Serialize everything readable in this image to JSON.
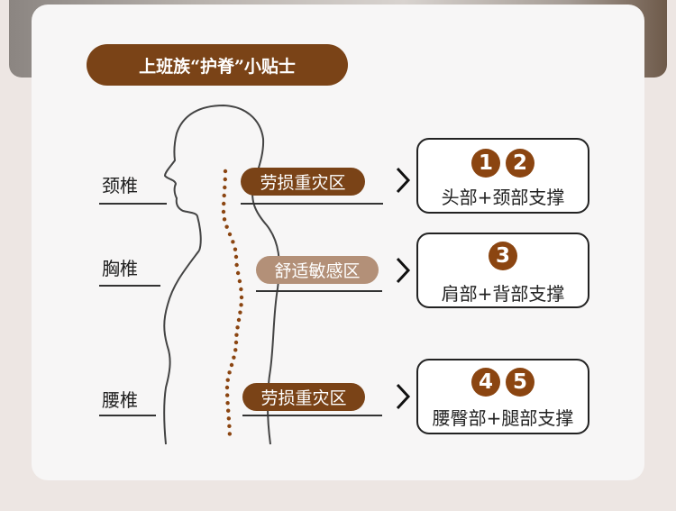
{
  "title": "上班族“护脊”小贴士",
  "colors": {
    "brown": "#7a4317",
    "light_brown": "#b39078",
    "dot_brown": "#8b4511"
  },
  "regions": [
    {
      "label": "颈椎",
      "tag": "劳损重灾区",
      "tag_style": "dark",
      "numbers": [
        "1",
        "2"
      ],
      "support": "头部+颈部支撑"
    },
    {
      "label": "胸椎",
      "tag": "舒适敏感区",
      "tag_style": "light",
      "numbers": [
        "3"
      ],
      "support": "肩部+背部支撑"
    },
    {
      "label": "腰椎",
      "tag": "劳损重灾区",
      "tag_style": "dark",
      "numbers": [
        "4",
        "5"
      ],
      "support": "腰臀部+腿部支撑"
    }
  ],
  "icons": {
    "arrow": "chevron-right-icon",
    "figure": "human-silhouette"
  }
}
